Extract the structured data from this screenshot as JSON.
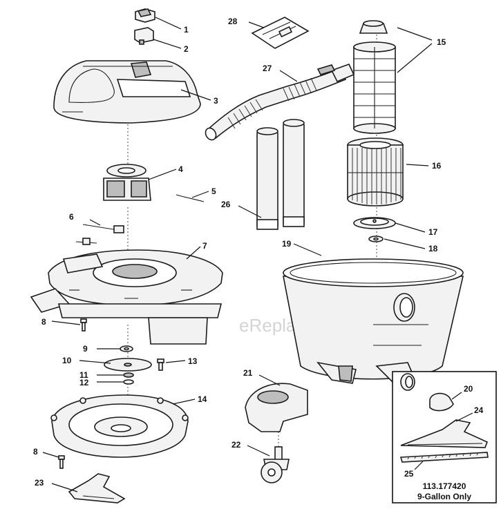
{
  "watermark": "eReplacementParts.com",
  "callouts": {
    "p1": "1",
    "p2": "2",
    "p3": "3",
    "p4": "4",
    "p5": "5",
    "p6": "6",
    "p7": "7",
    "p8a": "8",
    "p8b": "8",
    "p9": "9",
    "p10": "10",
    "p11": "11",
    "p12": "12",
    "p13": "13",
    "p14": "14",
    "p15": "15",
    "p16": "16",
    "p17": "17",
    "p18": "18",
    "p19": "19",
    "p20": "20",
    "p21": "21",
    "p22": "22",
    "p23": "23",
    "p24": "24",
    "p25": "25",
    "p26": "26",
    "p27": "27",
    "p28": "28"
  },
  "inset": {
    "model_number": "113.177420",
    "note": "9-Gallon Only"
  }
}
